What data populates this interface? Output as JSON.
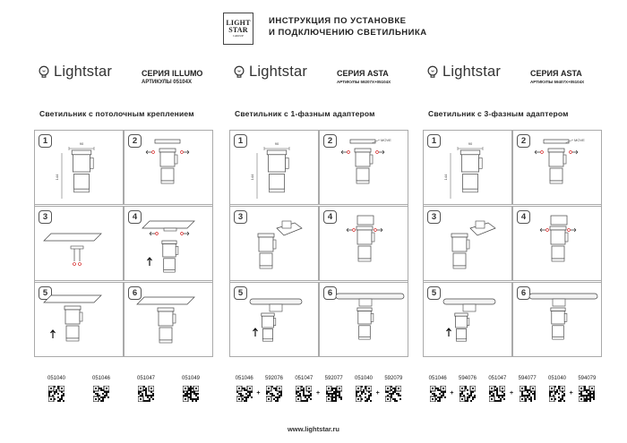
{
  "header": {
    "logo_line1": "LIGHT",
    "logo_line2": "STAR",
    "logo_line3": "GROUP",
    "title_line1": "ИНСТРУКЦИЯ ПО УСТАНОВКЕ",
    "title_line2": "И ПОДКЛЮЧЕНИЮ СВЕТИЛЬНИКА"
  },
  "brand_name": "Lightstar",
  "columns": [
    {
      "series": "СЕРИЯ ILLUMO",
      "articles": "АРТИКУЛЫ 05104X",
      "section_title": "Светильник с потолочным креплением",
      "codes": [
        "051040",
        "051046",
        "051047",
        "051049"
      ],
      "show_plus": false
    },
    {
      "series": "СЕРИЯ ASTA",
      "articles": "АРТИКУЛЫ 59207X+05104X",
      "section_title": "Светильник с 1-фазным адаптером",
      "codes": [
        "051046",
        "592076",
        "051047",
        "592077",
        "051040",
        "592079"
      ],
      "show_plus": true
    },
    {
      "series": "СЕРИЯ ASTA",
      "articles": "АРТИКУЛЫ 59407X+05104X",
      "section_title": "Светильник с 3-фазным адаптером",
      "codes": [
        "051046",
        "594076",
        "051047",
        "594077",
        "051040",
        "594079"
      ],
      "show_plus": true
    }
  ],
  "steps": [
    "1",
    "2",
    "3",
    "4",
    "5",
    "6"
  ],
  "dimensions": {
    "width": "90",
    "height": "144"
  },
  "move_label": "MOVE",
  "footer": "www.lightstar.ru"
}
